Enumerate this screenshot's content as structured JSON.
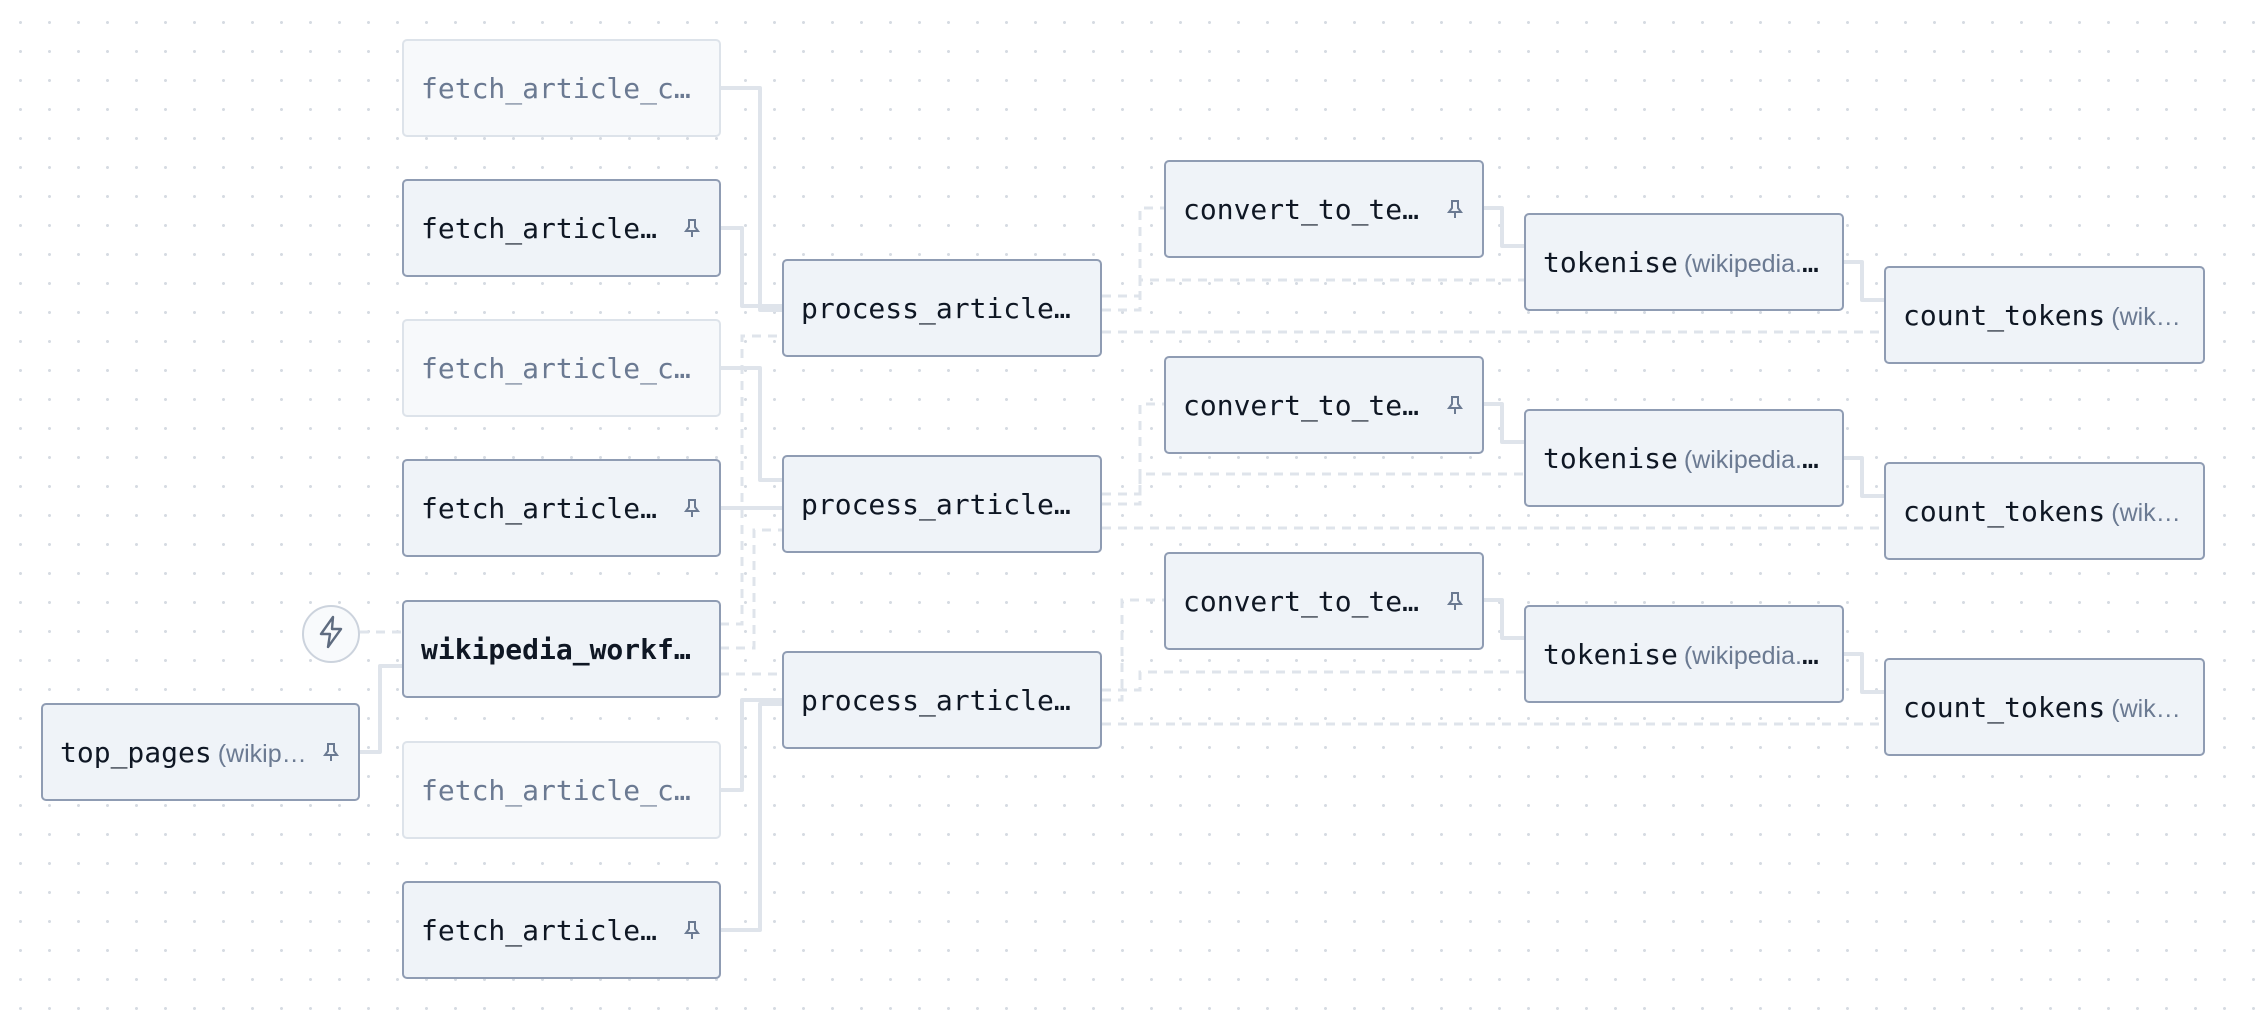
{
  "nodes": [
    {
      "id": "n1",
      "name": "fetch_article_c…",
      "sub": "",
      "pinned": false,
      "faded": true,
      "bold": false
    },
    {
      "id": "n2",
      "name": "fetch_article…",
      "sub": "",
      "pinned": true,
      "faded": false,
      "bold": false
    },
    {
      "id": "n3",
      "name": "fetch_article_c…",
      "sub": "",
      "pinned": false,
      "faded": true,
      "bold": false
    },
    {
      "id": "n4",
      "name": "fetch_article…",
      "sub": "",
      "pinned": true,
      "faded": false,
      "bold": false
    },
    {
      "id": "n5",
      "name": "wikipedia_workf…",
      "sub": "",
      "pinned": false,
      "faded": false,
      "bold": true
    },
    {
      "id": "n6",
      "name": "fetch_article_c…",
      "sub": "",
      "pinned": false,
      "faded": true,
      "bold": false
    },
    {
      "id": "n7",
      "name": "fetch_article…",
      "sub": "",
      "pinned": true,
      "faded": false,
      "bold": false
    },
    {
      "id": "n8",
      "name": "top_pages",
      "sub": "(wikip…",
      "pinned": true,
      "faded": false,
      "bold": false
    },
    {
      "id": "p1",
      "name": "process_article…",
      "sub": "",
      "pinned": false,
      "faded": false,
      "bold": false
    },
    {
      "id": "p2",
      "name": "process_article…",
      "sub": "",
      "pinned": false,
      "faded": false,
      "bold": false
    },
    {
      "id": "p3",
      "name": "process_article…",
      "sub": "",
      "pinned": false,
      "faded": false,
      "bold": false
    },
    {
      "id": "c1",
      "name": "convert_to_te…",
      "sub": "",
      "pinned": true,
      "faded": false,
      "bold": false
    },
    {
      "id": "c2",
      "name": "convert_to_te…",
      "sub": "",
      "pinned": true,
      "faded": false,
      "bold": false
    },
    {
      "id": "c3",
      "name": "convert_to_te…",
      "sub": "",
      "pinned": true,
      "faded": false,
      "bold": false
    },
    {
      "id": "t1",
      "name": "tokenise",
      "sub": "(wikipedia.…",
      "pinned": false,
      "faded": false,
      "bold": false
    },
    {
      "id": "t2",
      "name": "tokenise",
      "sub": "(wikipedia.…",
      "pinned": false,
      "faded": false,
      "bold": false
    },
    {
      "id": "t3",
      "name": "tokenise",
      "sub": "(wikipedia.…",
      "pinned": false,
      "faded": false,
      "bold": false
    },
    {
      "id": "k1",
      "name": "count_tokens",
      "sub": "(wik…",
      "pinned": false,
      "faded": false,
      "bold": false
    },
    {
      "id": "k2",
      "name": "count_tokens",
      "sub": "(wik…",
      "pinned": false,
      "faded": false,
      "bold": false
    },
    {
      "id": "k3",
      "name": "count_tokens",
      "sub": "(wik…",
      "pinned": false,
      "faded": false,
      "bold": false
    }
  ],
  "icons": {
    "pin": "pin-icon",
    "trigger": "lightning-bolt-icon"
  },
  "colors": {
    "node_background": "#eff3f8",
    "node_border": "#8f9cb3",
    "faded_background": "#f7f9fb",
    "faded_border": "#dde3ea",
    "edge": "#dfe4eb",
    "dot_grid": "#d6dbe2"
  }
}
